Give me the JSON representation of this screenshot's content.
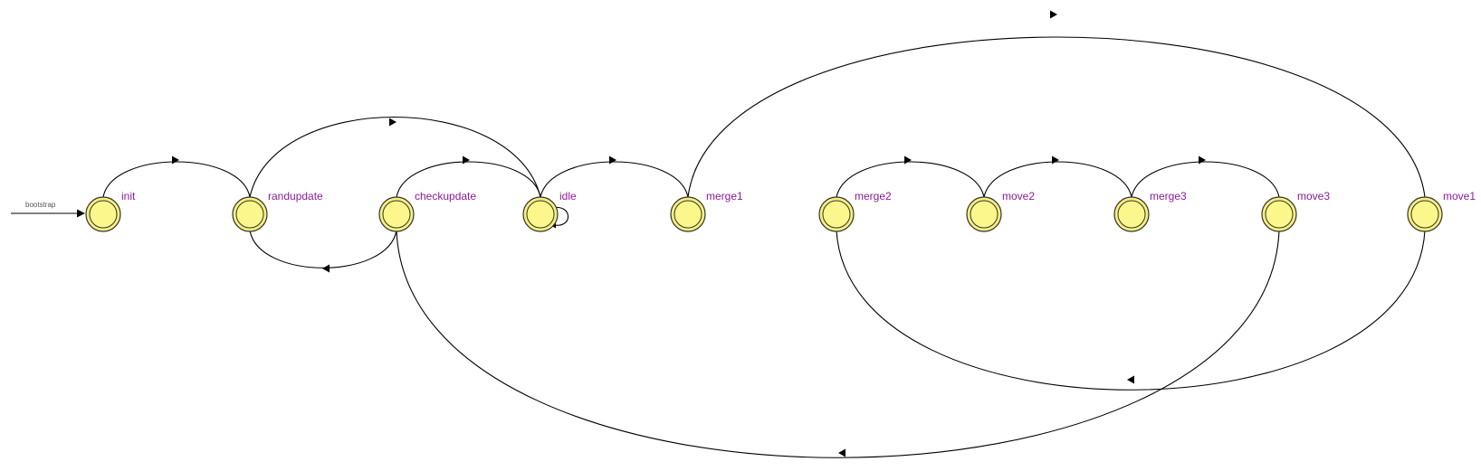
{
  "diagram": {
    "type": "state-machine",
    "entry_label": "bootstrap",
    "state_fill": "#f5f07a",
    "label_color": "#8b1a9a",
    "states": [
      {
        "id": "init",
        "label": "init"
      },
      {
        "id": "randupdate",
        "label": "randupdate"
      },
      {
        "id": "checkupdate",
        "label": "checkupdate"
      },
      {
        "id": "idle",
        "label": "idle"
      },
      {
        "id": "merge1",
        "label": "merge1"
      },
      {
        "id": "merge2",
        "label": "merge2"
      },
      {
        "id": "move2",
        "label": "move2"
      },
      {
        "id": "merge3",
        "label": "merge3"
      },
      {
        "id": "move3",
        "label": "move3"
      },
      {
        "id": "move1",
        "label": "move1"
      }
    ],
    "transitions": [
      {
        "from": "init",
        "to": "randupdate"
      },
      {
        "from": "randupdate",
        "to": "idle"
      },
      {
        "from": "checkupdate",
        "to": "idle"
      },
      {
        "from": "checkupdate",
        "to": "randupdate"
      },
      {
        "from": "idle",
        "to": "idle"
      },
      {
        "from": "idle",
        "to": "merge1"
      },
      {
        "from": "merge1",
        "to": "move1"
      },
      {
        "from": "move1",
        "to": "merge2"
      },
      {
        "from": "merge2",
        "to": "move2"
      },
      {
        "from": "move2",
        "to": "merge3"
      },
      {
        "from": "merge3",
        "to": "move3"
      },
      {
        "from": "move3",
        "to": "checkupdate"
      }
    ]
  }
}
